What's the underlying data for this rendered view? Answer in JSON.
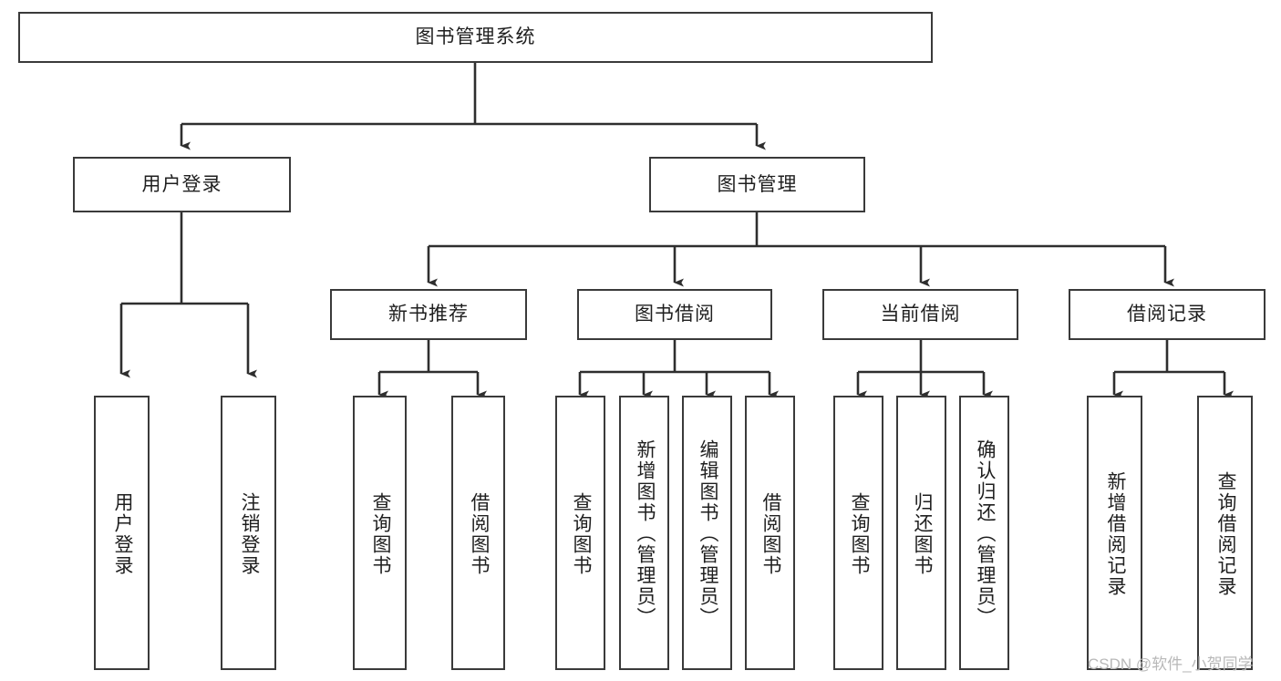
{
  "diagram": {
    "type": "tree-hierarchy",
    "title": "图书管理系统",
    "watermark": "CSDN @软件_小贺同学",
    "colors": {
      "stroke": "#3a3a3a",
      "fill": "#ffffff",
      "text": "#1f1f1f",
      "watermark": "#b8b8b8"
    },
    "root": {
      "label": "图书管理系统",
      "orientation": "horizontal"
    },
    "level2": [
      {
        "label": "用户登录",
        "orientation": "horizontal"
      },
      {
        "label": "图书管理",
        "orientation": "horizontal"
      }
    ],
    "level3": [
      {
        "label": "新书推荐",
        "orientation": "horizontal",
        "parent": "图书管理"
      },
      {
        "label": "图书借阅",
        "orientation": "horizontal",
        "parent": "图书管理"
      },
      {
        "label": "当前借阅",
        "orientation": "horizontal",
        "parent": "图书管理"
      },
      {
        "label": "借阅记录",
        "orientation": "horizontal",
        "parent": "图书管理"
      }
    ],
    "leaves": {
      "user_login": [
        {
          "label": "用户登录",
          "orientation": "vertical"
        },
        {
          "label": "注销登录",
          "orientation": "vertical"
        }
      ],
      "new_book_recommend": [
        {
          "label": "查询图书",
          "orientation": "vertical"
        },
        {
          "label": "借阅图书",
          "orientation": "vertical"
        }
      ],
      "book_borrow": [
        {
          "label": "查询图书",
          "orientation": "vertical"
        },
        {
          "label": "新增图书（管理员）",
          "orientation": "vertical"
        },
        {
          "label": "编辑图书（管理员）",
          "orientation": "vertical"
        },
        {
          "label": "借阅图书",
          "orientation": "vertical"
        }
      ],
      "current_borrow": [
        {
          "label": "查询图书",
          "orientation": "vertical"
        },
        {
          "label": "归还图书",
          "orientation": "vertical"
        },
        {
          "label": "确认归还（管理员）",
          "orientation": "vertical"
        }
      ],
      "borrow_record": [
        {
          "label": "新增借阅记录",
          "orientation": "vertical"
        },
        {
          "label": "查询借阅记录",
          "orientation": "vertical"
        }
      ]
    }
  }
}
